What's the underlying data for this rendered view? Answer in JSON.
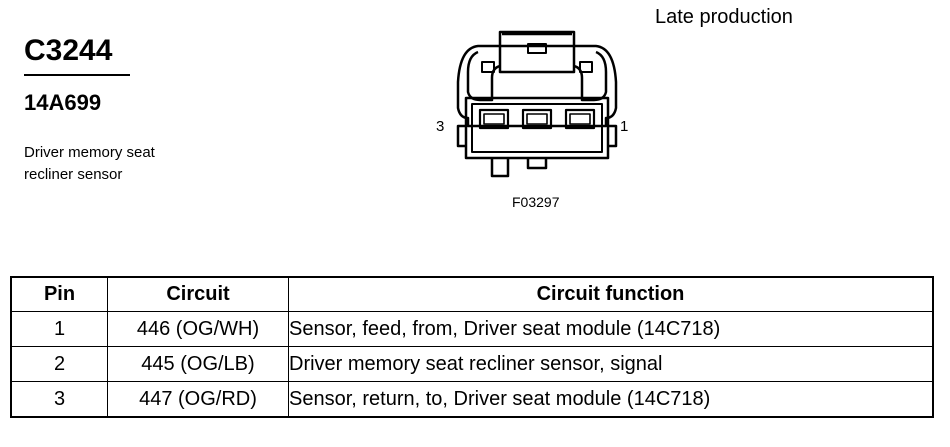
{
  "connector": {
    "id": "C3244",
    "part_number": "14A699",
    "description_lines": [
      "Driver memory seat",
      "recliner sensor"
    ]
  },
  "diagram": {
    "variant_label": "Late production",
    "figure_code": "F03297",
    "pin_left_label": "3",
    "pin_right_label": "1"
  },
  "table": {
    "headers": [
      "Pin",
      "Circuit",
      "Circuit function"
    ],
    "rows": [
      {
        "pin": "1",
        "circuit": "446 (OG/WH)",
        "function": "Sensor, feed, from, Driver seat module (14C718)"
      },
      {
        "pin": "2",
        "circuit": "445 (OG/LB)",
        "function": "Driver memory seat recliner sensor, signal"
      },
      {
        "pin": "3",
        "circuit": "447 (OG/RD)",
        "function": "Sensor, return, to, Driver seat module (14C718)"
      }
    ]
  }
}
